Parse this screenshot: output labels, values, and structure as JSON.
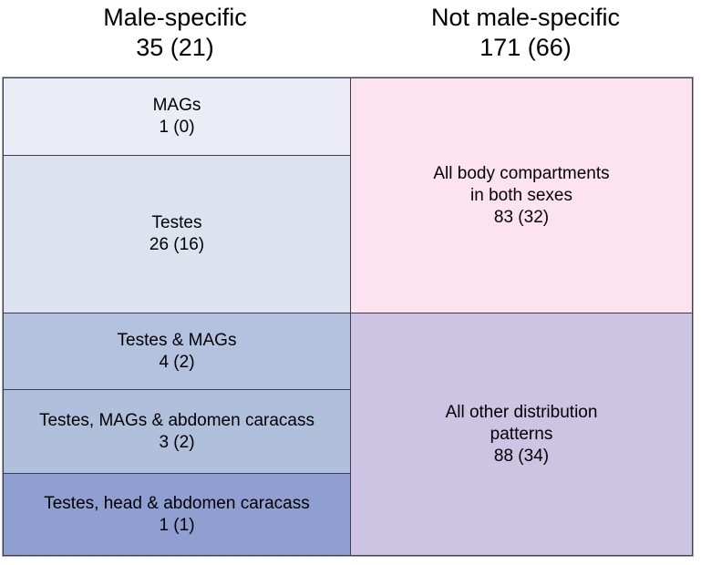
{
  "figure": {
    "columns": [
      {
        "title": "Male-specific",
        "count": "35 (21)"
      },
      {
        "title": "Not male-specific",
        "count": "171 (66)"
      }
    ],
    "left_cells": [
      {
        "label": "MAGs",
        "count": "1 (0)",
        "color": "#ebecf5"
      },
      {
        "label": "Testes",
        "count": "26 (16)",
        "color": "#dde3ee"
      },
      {
        "label": "Testes & MAGs",
        "count": "4 (2)",
        "color": "#b3c2de"
      },
      {
        "label": "Testes, MAGs & abdomen caracass",
        "count": "3 (2)",
        "color": "#b0bfdc"
      },
      {
        "label": "Testes, head & abdomen caracass",
        "count": "1 (1)",
        "color": "#8f9fd1"
      }
    ],
    "right_cells": [
      {
        "label_line1": "All body compartments",
        "label_line2": "in both sexes",
        "count": "83 (32)",
        "color": "#fde3ef"
      },
      {
        "label_line1": "All other distribution",
        "label_line2": "patterns",
        "count": "88 (34)",
        "color": "#cdc3e2"
      }
    ],
    "colors": {
      "background": "#ffffff",
      "text": "#000000",
      "border": "#3d3d4e"
    }
  }
}
